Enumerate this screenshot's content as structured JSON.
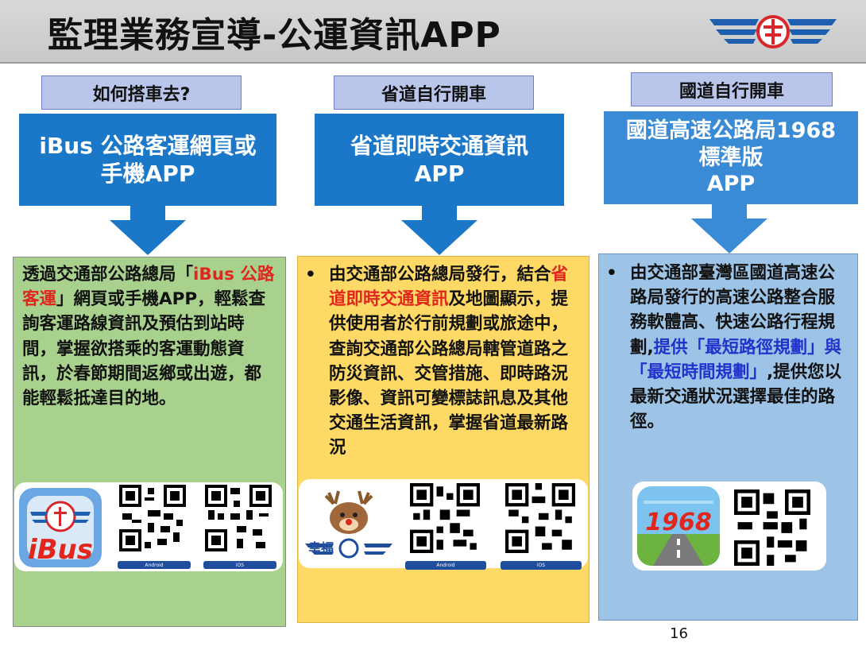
{
  "title": "監理業務宣導-公運資訊APP",
  "columns": [
    {
      "label": "如何搭車去?",
      "box_lines": [
        "iBus 公路客運網頁或",
        "手機APP"
      ],
      "text_parts": [
        "透過交通部公路總局「",
        "iBus 公路客運",
        "」網頁或手機APP，輕鬆查詢客運路線資訊及預估到站時間，掌握欲搭乘的客運動態資訊，於春節期間返鄉或出遊，都能輕鬆抵達目的地。"
      ],
      "app_name": "iBus",
      "buttons": [
        "Android",
        "iOS"
      ]
    },
    {
      "label": "省道自行開車",
      "box_lines": [
        "省道即時交通資訊",
        "APP"
      ],
      "bullet": "•",
      "text_parts": [
        "由交通部公路總局發行，結合",
        "省道即時交通資訊",
        "及地圖顯示，提供使用者於行前規劃或旅途中，查詢交通部公路總局轄管道路之防災資訊、交管措施、即時路況影像、資訊可變標誌訊息及其他交通生活資訊，掌握省道最新路況"
      ],
      "app_name": "幸福",
      "buttons": [
        "Android",
        "iOS"
      ]
    },
    {
      "label": "國道自行開車",
      "box_lines": [
        "國道高速公路局1968",
        "標準版",
        "APP"
      ],
      "bullet": "•",
      "text_parts": [
        "由交通部臺灣區國道高速公路局發行的高速公路整合服務軟體高、快速公路行程規劃,",
        "提供「最短路徑規劃」與「最短時間規劃」",
        ",提供您以最新交通狀況選擇最佳的路徑。"
      ],
      "app_name": "1968"
    }
  ],
  "page_number": "16",
  "colors": {
    "blue_box": "#1b78c9",
    "red_text": "#e0261d",
    "navy_text": "#2233cc",
    "green_panel": "#a9d18e",
    "yellow_panel": "#ffd966",
    "blue_panel": "#9dc3e6"
  }
}
